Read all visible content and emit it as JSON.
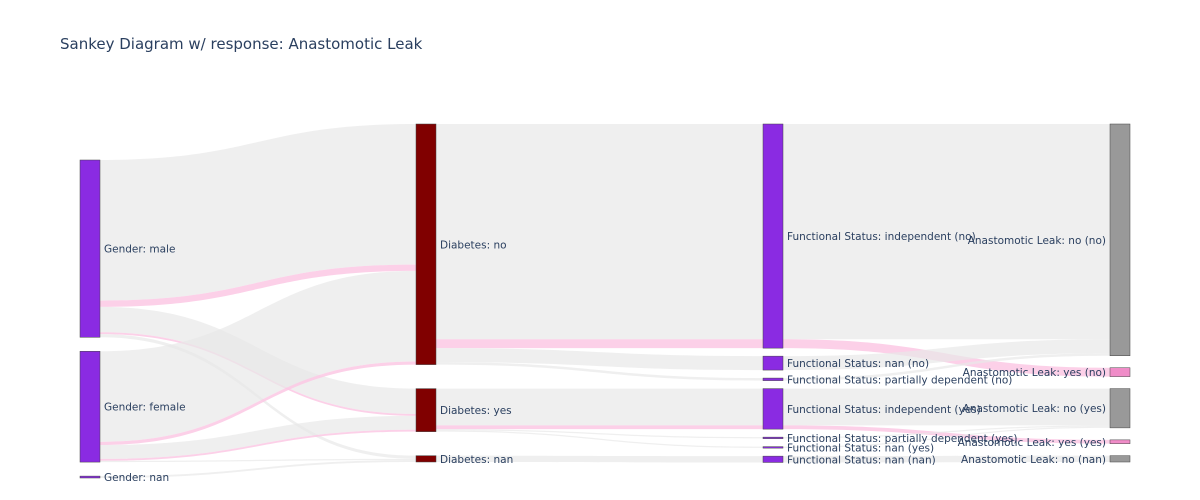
{
  "title": "Sankey Diagram w/ response: Anastomotic Leak",
  "colors": {
    "gender": "#8a2be2",
    "diabetes": "#800000",
    "status": "#8a2be2",
    "leak_no": "#999999",
    "leak_yes": "#f08cc8",
    "link_no": "#e8e8e8",
    "link_yes": "#fcc8e4"
  },
  "chart_data": {
    "type": "sankey",
    "columns": [
      [
        "Gender: male",
        "Gender: female",
        "Gender: nan"
      ],
      [
        "Diabetes: no",
        "Diabetes: yes",
        "Diabetes: nan"
      ],
      [
        "Functional Status: independent (no)",
        "Functional Status: nan (no)",
        "Functional Status: partially dependent (no)",
        "Functional Status: independent (yes)",
        "Functional Status: partially dependent (yes)",
        "Functional Status: nan (yes)",
        "Functional Status: nan (nan)"
      ],
      [
        "Anastomotic Leak: no (no)",
        "Anastomotic Leak: yes (no)",
        "Anastomotic Leak: no (yes)",
        "Anastomotic Leak: yes (yes)",
        "Anastomotic Leak: no (nan)"
      ]
    ],
    "nodes": [
      {
        "id": "male",
        "label": "Gender: male",
        "col": 0,
        "value": 280,
        "color": "gender"
      },
      {
        "id": "female",
        "label": "Gender: female",
        "col": 0,
        "value": 175,
        "color": "gender"
      },
      {
        "id": "gnan",
        "label": "Gender: nan",
        "col": 0,
        "value": 3,
        "color": "gender"
      },
      {
        "id": "dno",
        "label": "Diabetes: no",
        "col": 1,
        "value": 380,
        "color": "diabetes"
      },
      {
        "id": "dyes",
        "label": "Diabetes: yes",
        "col": 1,
        "value": 68,
        "color": "diabetes"
      },
      {
        "id": "dnan",
        "label": "Diabetes: nan",
        "col": 1,
        "value": 10,
        "color": "diabetes"
      },
      {
        "id": "fino",
        "label": "Functional Status: independent (no)",
        "col": 2,
        "value": 354,
        "color": "status"
      },
      {
        "id": "fnno",
        "label": "Functional Status: nan (no)",
        "col": 2,
        "value": 22,
        "color": "status"
      },
      {
        "id": "fpno",
        "label": "Functional Status: partially dependent (no)",
        "col": 2,
        "value": 4,
        "color": "status"
      },
      {
        "id": "fiyes",
        "label": "Functional Status: independent (yes)",
        "col": 2,
        "value": 64,
        "color": "status"
      },
      {
        "id": "fpyes",
        "label": "Functional Status: partially dependent (yes)",
        "col": 2,
        "value": 2,
        "color": "status"
      },
      {
        "id": "fnyes",
        "label": "Functional Status: nan (yes)",
        "col": 2,
        "value": 2,
        "color": "status"
      },
      {
        "id": "fnnan",
        "label": "Functional Status: nan (nan)",
        "col": 2,
        "value": 10,
        "color": "status"
      },
      {
        "id": "lnono",
        "label": "Anastomotic Leak: no (no)",
        "col": 3,
        "value": 366,
        "color": "leak_no"
      },
      {
        "id": "lyesno",
        "label": "Anastomotic Leak: yes (no)",
        "col": 3,
        "value": 14,
        "color": "leak_yes"
      },
      {
        "id": "lnoyes",
        "label": "Anastomotic Leak: no (yes)",
        "col": 3,
        "value": 62,
        "color": "leak_no"
      },
      {
        "id": "lyesyes",
        "label": "Anastomotic Leak: yes (yes)",
        "col": 3,
        "value": 6,
        "color": "leak_yes"
      },
      {
        "id": "lnonan",
        "label": "Anastomotic Leak: no (nan)",
        "col": 3,
        "value": 10,
        "color": "leak_no"
      }
    ],
    "links": [
      {
        "source": "male",
        "target": "dno",
        "value": 222,
        "kind": "no"
      },
      {
        "source": "male",
        "target": "dno",
        "value": 10,
        "kind": "yes"
      },
      {
        "source": "male",
        "target": "dyes",
        "value": 40,
        "kind": "no"
      },
      {
        "source": "male",
        "target": "dyes",
        "value": 3,
        "kind": "yes"
      },
      {
        "source": "male",
        "target": "dnan",
        "value": 5,
        "kind": "no"
      },
      {
        "source": "female",
        "target": "dno",
        "value": 143,
        "kind": "no"
      },
      {
        "source": "female",
        "target": "dno",
        "value": 5,
        "kind": "yes"
      },
      {
        "source": "female",
        "target": "dyes",
        "value": 22,
        "kind": "no"
      },
      {
        "source": "female",
        "target": "dyes",
        "value": 3,
        "kind": "yes"
      },
      {
        "source": "female",
        "target": "dnan",
        "value": 2,
        "kind": "no"
      },
      {
        "source": "gnan",
        "target": "dnan",
        "value": 3,
        "kind": "no"
      },
      {
        "source": "dno",
        "target": "fino",
        "value": 340,
        "kind": "no"
      },
      {
        "source": "dno",
        "target": "fino",
        "value": 14,
        "kind": "yes"
      },
      {
        "source": "dno",
        "target": "fnno",
        "value": 22,
        "kind": "no"
      },
      {
        "source": "dno",
        "target": "fpno",
        "value": 4,
        "kind": "no"
      },
      {
        "source": "dyes",
        "target": "fiyes",
        "value": 58,
        "kind": "no"
      },
      {
        "source": "dyes",
        "target": "fiyes",
        "value": 6,
        "kind": "yes"
      },
      {
        "source": "dyes",
        "target": "fpyes",
        "value": 2,
        "kind": "no"
      },
      {
        "source": "dyes",
        "target": "fnyes",
        "value": 2,
        "kind": "no"
      },
      {
        "source": "dnan",
        "target": "fnnan",
        "value": 10,
        "kind": "no"
      },
      {
        "source": "fino",
        "target": "lnono",
        "value": 340,
        "kind": "no"
      },
      {
        "source": "fino",
        "target": "lyesno",
        "value": 14,
        "kind": "yes"
      },
      {
        "source": "fnno",
        "target": "lnono",
        "value": 22,
        "kind": "no"
      },
      {
        "source": "fpno",
        "target": "lnono",
        "value": 4,
        "kind": "no"
      },
      {
        "source": "fiyes",
        "target": "lnoyes",
        "value": 58,
        "kind": "no"
      },
      {
        "source": "fiyes",
        "target": "lyesyes",
        "value": 6,
        "kind": "yes"
      },
      {
        "source": "fpyes",
        "target": "lnoyes",
        "value": 2,
        "kind": "no"
      },
      {
        "source": "fnyes",
        "target": "lnoyes",
        "value": 2,
        "kind": "no"
      },
      {
        "source": "fnnan",
        "target": "lnonan",
        "value": 10,
        "kind": "no"
      }
    ]
  }
}
